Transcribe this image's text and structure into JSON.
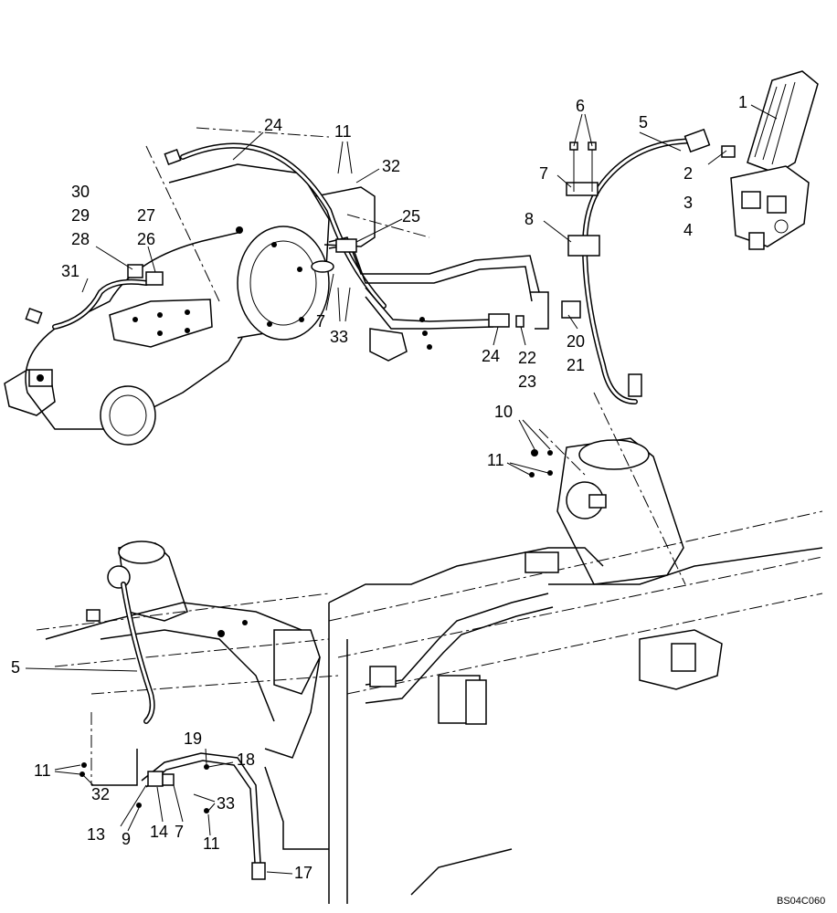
{
  "diagram": {
    "figure_code": "BS04C060",
    "callouts": [
      {
        "id": "c1",
        "text": "1"
      },
      {
        "id": "c2",
        "text": "2"
      },
      {
        "id": "c3",
        "text": "3"
      },
      {
        "id": "c4",
        "text": "4"
      },
      {
        "id": "c5a",
        "text": "5"
      },
      {
        "id": "c5b",
        "text": "5"
      },
      {
        "id": "c6",
        "text": "6"
      },
      {
        "id": "c7a",
        "text": "7"
      },
      {
        "id": "c7b",
        "text": "7"
      },
      {
        "id": "c7c",
        "text": "7"
      },
      {
        "id": "c8",
        "text": "8"
      },
      {
        "id": "c9",
        "text": "9"
      },
      {
        "id": "c10",
        "text": "10"
      },
      {
        "id": "c11a",
        "text": "11"
      },
      {
        "id": "c11b",
        "text": "11"
      },
      {
        "id": "c11c",
        "text": "11"
      },
      {
        "id": "c11d",
        "text": "11"
      },
      {
        "id": "c13",
        "text": "13"
      },
      {
        "id": "c14",
        "text": "14"
      },
      {
        "id": "c17",
        "text": "17"
      },
      {
        "id": "c18",
        "text": "18"
      },
      {
        "id": "c19",
        "text": "19"
      },
      {
        "id": "c20",
        "text": "20"
      },
      {
        "id": "c21",
        "text": "21"
      },
      {
        "id": "c22",
        "text": "22"
      },
      {
        "id": "c23",
        "text": "23"
      },
      {
        "id": "c24a",
        "text": "24"
      },
      {
        "id": "c24b",
        "text": "24"
      },
      {
        "id": "c25",
        "text": "25"
      },
      {
        "id": "c26",
        "text": "26"
      },
      {
        "id": "c27",
        "text": "27"
      },
      {
        "id": "c28",
        "text": "28"
      },
      {
        "id": "c29",
        "text": "29"
      },
      {
        "id": "c30",
        "text": "30"
      },
      {
        "id": "c31",
        "text": "31"
      },
      {
        "id": "c32a",
        "text": "32"
      },
      {
        "id": "c32b",
        "text": "32"
      },
      {
        "id": "c33a",
        "text": "33"
      },
      {
        "id": "c33b",
        "text": "33"
      }
    ]
  }
}
